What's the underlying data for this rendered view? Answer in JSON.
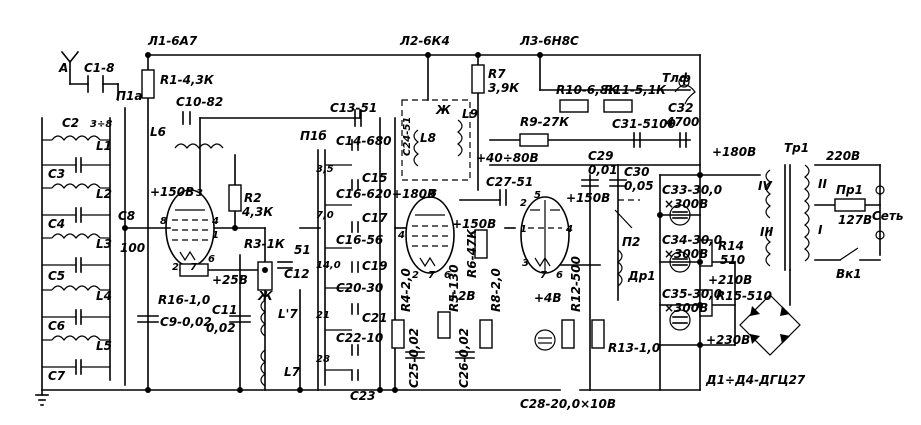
{
  "tubes": {
    "l1": "Л1-6А7",
    "l2": "Л2-6К4",
    "l3": "Л3-6Н8С"
  },
  "labels": {
    "antenna": "А",
    "c1": "С1-8",
    "c2": "С2",
    "c2_range": "3÷8",
    "l1": "L1",
    "l2": "L2",
    "l3": "L3",
    "l4": "L4",
    "l5": "L5",
    "c3": "С3",
    "c4": "С4",
    "c5": "С5",
    "c6_left": "С6",
    "c7": "С7",
    "p1a": "П1а",
    "c8": "С8",
    "c8_val": "100",
    "c10": "С10-82",
    "l6": "L6",
    "r1": "R1-4,3К",
    "v150": "+150В",
    "pin3": "3",
    "pin8": "8",
    "pin1": "1",
    "pin4": "4",
    "pin2": "2",
    "pin7": "7",
    "pin6": "6",
    "r2": "R2",
    "r2_val": "4,3К",
    "v25": "+25В",
    "r16": "R16-1,0",
    "c9": "С9-0,02",
    "c11": "С11",
    "c11_val": "0,02",
    "r3": "R3-1К",
    "c12": "С12",
    "c12_val": "51",
    "l7p": "L'7",
    "l7": "L7",
    "zh": "Ж",
    "p1b": "П1б",
    "c13": "С13-51",
    "c14": "С14-680",
    "c15": "С15",
    "c16": "С16-620",
    "c17": "С17",
    "c18": "С16-56",
    "c19": "С19",
    "c20": "С20-30",
    "c21": "С21",
    "c22": "С22-10",
    "c23": "С23",
    "k35": "3,5",
    "k7": "7,0",
    "k14": "14,0",
    "k21": "21",
    "k28": "28",
    "l8": "L8",
    "l9": "L9",
    "c24": "С24-51",
    "r7": "R7",
    "r7_val": "3,9К",
    "v180a": "+180В",
    "v150b": "+150В",
    "r4": "R4-2,0",
    "c25": "С25-0,02",
    "r5": "R5-130",
    "v2": "+2В",
    "c26": "С26-0,02",
    "r6": "R6-47К",
    "r8": "R8-2,0",
    "c27": "С27-51",
    "v40": "+40÷80В",
    "r9": "R9-27К",
    "r10": "R10-6,8К",
    "r11": "R11-5,1К",
    "tlf": "Тлф",
    "c31": "С31-5100",
    "c32": "С32",
    "c32_val": "4700",
    "c29": "С29",
    "c29_val": "0,01",
    "c30": "С30",
    "c30_val": "0,05",
    "v150c": "+150В",
    "p2": "П2",
    "dr1": "Др1",
    "v4": "+4В",
    "r12": "R12-500",
    "r13": "R13-1,0",
    "c28": "С28-20,0×10В",
    "pin5": "5",
    "v180b": "+180В",
    "c33": "С33-30,0",
    "c33b": "×300В",
    "c34": "С34-30,0",
    "c34b": "×300В",
    "r14": "R14",
    "r14_val": "510",
    "v210": "+210В",
    "c35": "С35-30,0",
    "c35b": "×300В",
    "r15": "R15-510",
    "v230": "+230В",
    "diodes": "Д1÷Д4-ДГЦ27",
    "tr1": "Тр1",
    "v220": "220В",
    "pr1": "Пр1",
    "pr1_val": "127В",
    "set": "Сеть",
    "vk1": "Вк1",
    "w1": "I",
    "w2": "II",
    "w3": "III",
    "w4": "IV"
  }
}
